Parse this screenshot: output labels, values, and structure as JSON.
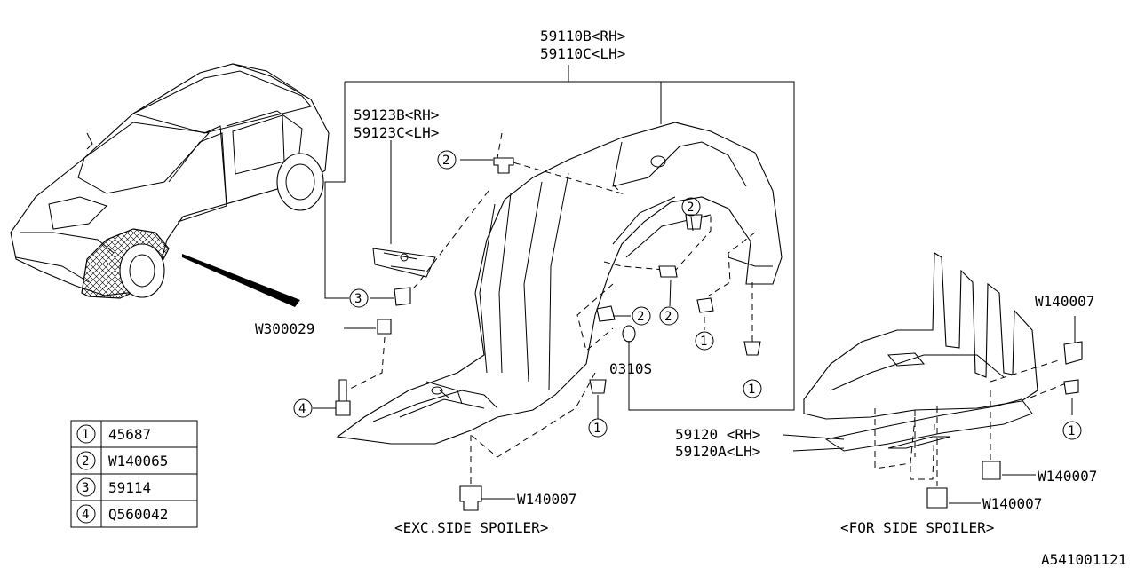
{
  "liner_label": {
    "rh": "59110B<RH>",
    "lh": "59110C<LH>"
  },
  "flap_label": {
    "rh": "59123B<RH>",
    "lh": "59123C<LH>"
  },
  "w300029": "W300029",
  "part_0310s": "0310S",
  "side_cover_label": {
    "rh": "59120 <RH>",
    "lh": "59120A<LH>"
  },
  "w140007": "W140007",
  "caption_exc": "<EXC.SIDE SPOILER>",
  "caption_for": "<FOR SIDE SPOILER>",
  "diagram_id": "A541001121",
  "callouts": {
    "one": "1",
    "two": "2",
    "three": "3",
    "four": "4"
  },
  "legend": [
    {
      "num": "1",
      "part": "45687"
    },
    {
      "num": "2",
      "part": "W140065"
    },
    {
      "num": "3",
      "part": "59114"
    },
    {
      "num": "4",
      "part": "Q560042"
    }
  ]
}
